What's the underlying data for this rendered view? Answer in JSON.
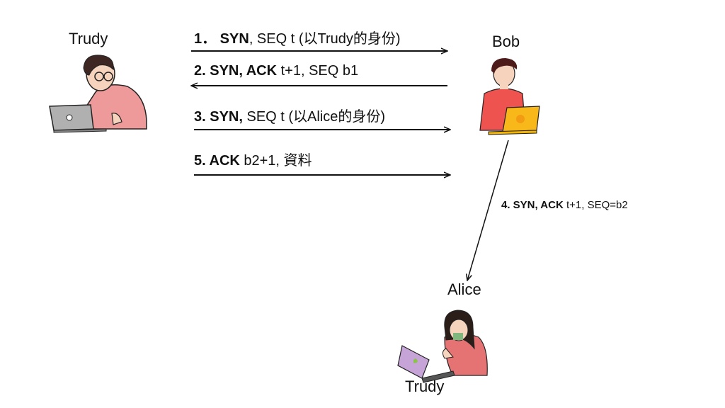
{
  "actors": {
    "trudy_top": "Trudy",
    "bob": "Bob",
    "alice": "Alice",
    "trudy_bottom": "Trudy"
  },
  "messages": [
    {
      "bold": "1． SYN",
      "rest": ", SEQ t (以Trudy的身份)"
    },
    {
      "bold": "2. SYN, ACK",
      "rest": " t+1, SEQ b1"
    },
    {
      "bold": "3. SYN,",
      "rest": " SEQ t (以Alice的身份)"
    },
    {
      "bold": "5. ACK",
      "rest": " b2+1, 資料"
    }
  ],
  "side_message": {
    "bold": "4. SYN, ACK",
    "rest": " t+1, SEQ=b2"
  },
  "colors": {
    "shirt_pink": "#ef9a9a",
    "shirt_red": "#ef5350",
    "hair_dark": "#3e2723",
    "laptop_yellow": "#f9b81a",
    "laptop_gray": "#b0b0b0",
    "laptop_purple": "#c7a4d8",
    "skin": "#f6d3bd"
  }
}
